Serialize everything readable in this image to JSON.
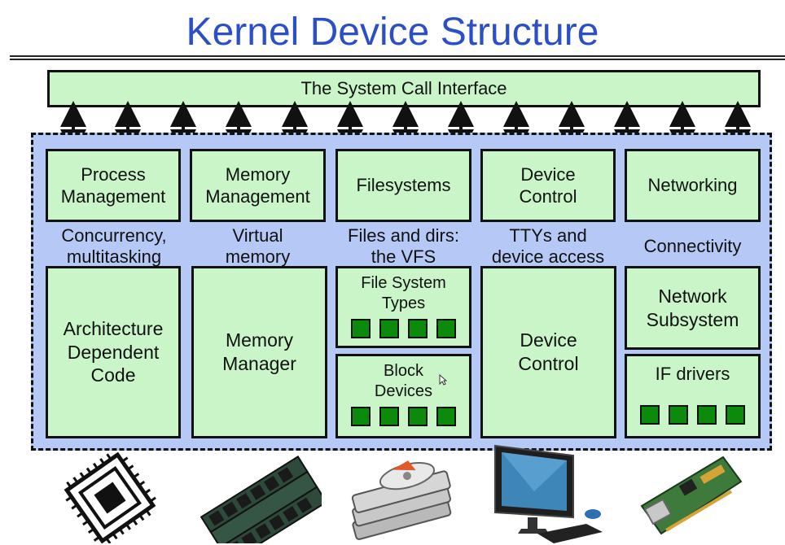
{
  "title": "Kernel Device Structure",
  "system_call_interface": "The System Call Interface",
  "columns": [
    {
      "box": "Process\nManagement",
      "caption": "Concurrency,\nmultitasking",
      "lower": "Architecture\nDependent\nCode"
    },
    {
      "box": "Memory\nManagement",
      "caption": "Virtual\nmemory",
      "lower": "Memory\nManager"
    },
    {
      "box": "Filesystems",
      "caption": "Files and dirs:\nthe VFS",
      "lower_top": "File System\nTypes",
      "lower_bottom": "Block\nDevices"
    },
    {
      "box": "Device\nControl",
      "caption": "TTYs and\ndevice access",
      "lower": "Device\nControl"
    },
    {
      "box": "Networking",
      "caption": "Connectivity",
      "lower_top": "Network\nSubsystem",
      "lower_bottom": "IF drivers"
    }
  ],
  "hardware_icons": [
    "cpu-chip-icon",
    "memory-modules-icon",
    "hard-disks-icon",
    "computer-monitor-icon",
    "network-card-icon"
  ],
  "colors": {
    "title": "#2b4fc8",
    "box_fill": "#c9f5c9",
    "region_fill": "#b6c9f6",
    "chip_fill": "#0b8a0b"
  }
}
